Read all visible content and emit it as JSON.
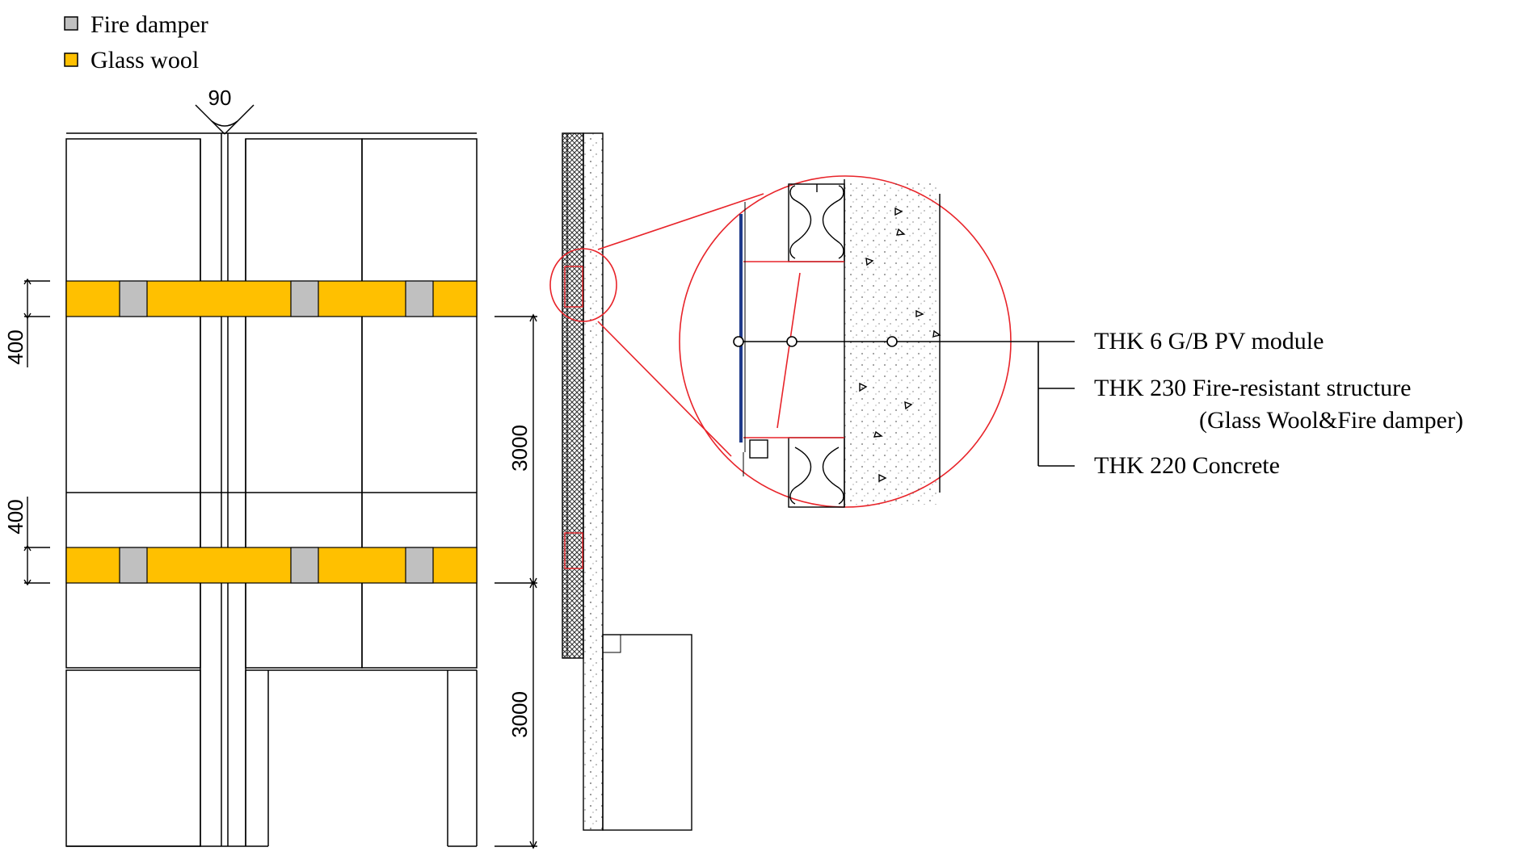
{
  "legend": {
    "fire_damper": {
      "label": "Fire damper",
      "color": "#c0c0c0"
    },
    "glass_wool": {
      "label": "Glass wool",
      "color": "#ffc000"
    }
  },
  "dimensions": {
    "angle": "90",
    "band_height_top": "400",
    "band_height_bottom": "400",
    "floor_height_upper": "3000",
    "floor_height_lower": "3000"
  },
  "callouts": {
    "pv_module": "THK 6 G/B PV module",
    "fire_resistant": "THK  230 Fire-resistant structure",
    "fire_resistant_sub": "(Glass Wool&Fire damper)",
    "concrete": "THK 220 Concrete"
  },
  "colors": {
    "line": "#000000",
    "detail_red": "#e8242a",
    "pv_blue": "#1f3a8a"
  }
}
